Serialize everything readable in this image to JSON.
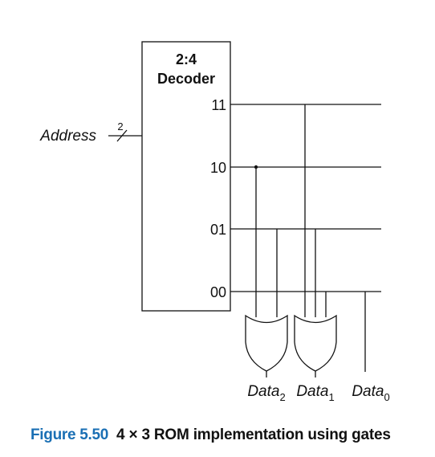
{
  "decoder": {
    "title_line1": "2:4",
    "title_line2": "Decoder",
    "outputs": [
      "11",
      "10",
      "01",
      "00"
    ]
  },
  "address": {
    "label": "Address",
    "bus_width": "2"
  },
  "data_outputs": [
    {
      "name": "Data",
      "subscript": "2"
    },
    {
      "name": "Data",
      "subscript": "1"
    },
    {
      "name": "Data",
      "subscript": "0"
    }
  ],
  "caption": {
    "label": "Figure 5.50",
    "text": "4 × 3 ROM implementation using gates"
  },
  "colors": {
    "caption_label": "#1a6fb4",
    "ink": "#111111"
  }
}
